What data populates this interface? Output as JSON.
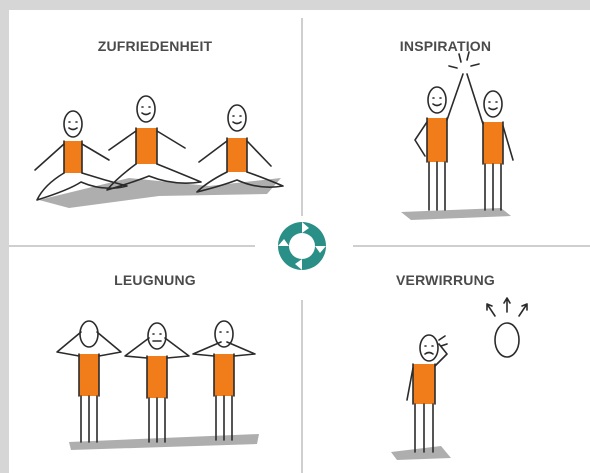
{
  "quadrants": {
    "top_left": {
      "label": "ZUFRIEDENHEIT",
      "illustration": "three-stick-figures-sitting-cross-legged-smiling"
    },
    "top_right": {
      "label": "INSPIRATION",
      "illustration": "two-stick-figures-high-five-spark"
    },
    "bottom_left": {
      "label": "LEUGNUNG",
      "illustration": "three-stick-figures-see-hear-speak-no-evil"
    },
    "bottom_right": {
      "label": "VERWIRRUNG",
      "illustration": "stick-figure-scratching-head-with-thought-bubble"
    }
  },
  "center_logo": {
    "icon": "teal-interlocking-arrows-logo",
    "color": "#2a8f86"
  },
  "colors": {
    "shirt": "#f07d1a",
    "line": "#2b2b2b",
    "shadow": "#8f8f8f",
    "divider": "#cfcfcf",
    "label": "#4b4b4b"
  }
}
